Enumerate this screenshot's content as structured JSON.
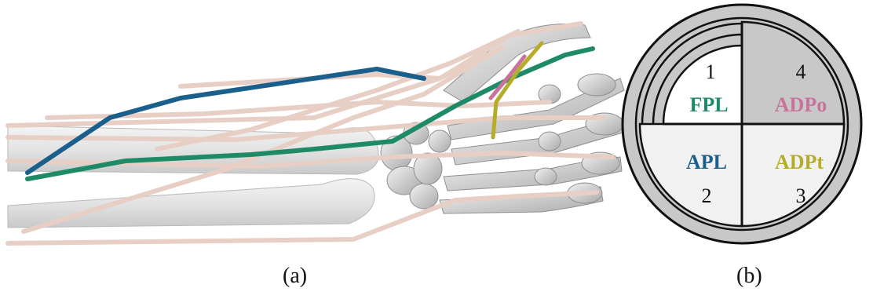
{
  "captions": {
    "a": "(a)",
    "b": "(b)"
  },
  "quadrants": [
    {
      "number": "1",
      "muscle": "FPL",
      "color": "#1f8a67"
    },
    {
      "number": "2",
      "muscle": "APL",
      "color": "#1b5f8c"
    },
    {
      "number": "3",
      "muscle": "ADPt",
      "color": "#b5ad2a"
    },
    {
      "number": "4",
      "muscle": "ADPo",
      "color": "#c9739b"
    }
  ],
  "colors": {
    "bone": "#d9d9d9",
    "tendon_default": "#e8cfc6",
    "disc_gray": "#c8c8c8",
    "disc_light": "#f1f1f1",
    "outline": "#111111"
  }
}
